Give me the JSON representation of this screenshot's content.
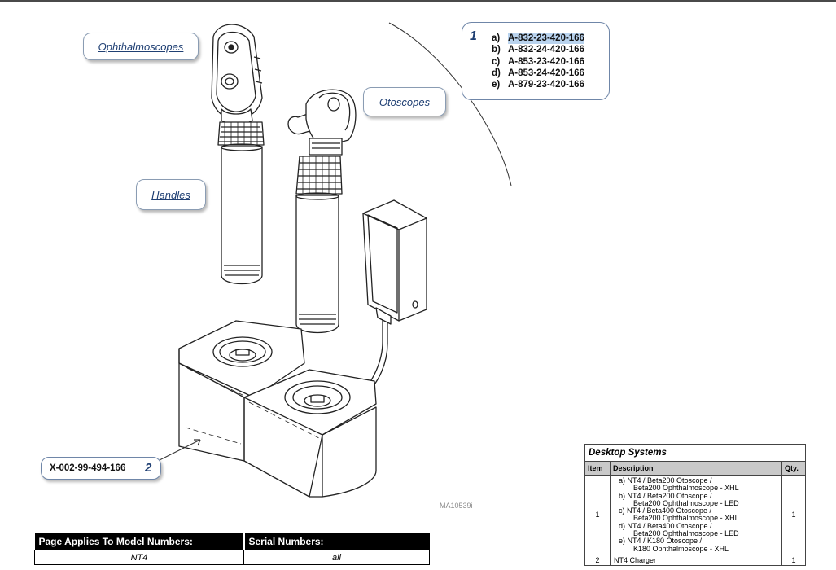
{
  "callouts": {
    "ophthalmoscopes": "Ophthalmoscopes",
    "otoscopes": "Otoscopes",
    "handles": "Handles"
  },
  "part_box": {
    "number": "1",
    "items": [
      {
        "letter": "a)",
        "part": "A-832-23-420-166",
        "highlighted": true
      },
      {
        "letter": "b)",
        "part": "A-832-24-420-166"
      },
      {
        "letter": "c)",
        "part": "A-853-23-420-166"
      },
      {
        "letter": "d)",
        "part": "A-853-24-420-166"
      },
      {
        "letter": "e)",
        "part": "A-879-23-420-166"
      }
    ]
  },
  "charger_callout": {
    "part": "X-002-99-494-166",
    "number": "2"
  },
  "figure_id": "MA10539i",
  "model_table": {
    "headers": [
      "Page Applies To Model Numbers:",
      "Serial Numbers:"
    ],
    "values": [
      "NT4",
      "all"
    ]
  },
  "desktop_table": {
    "title": "Desktop Systems",
    "headers": [
      "Item",
      "Description",
      "Qty."
    ],
    "rows": [
      {
        "item": "1",
        "lines": [
          "a) NT4 / Beta200 Otoscope /",
          "Beta200 Ophthalmoscope - XHL",
          "b) NT4 / Beta200 Otoscope /",
          "Beta200 Ophthalmoscope - LED",
          "c) NT4 / Beta400 Otoscope /",
          "Beta200 Ophthalmoscope - XHL",
          "d) NT4 / Beta400 Otoscope /",
          "Beta200 Ophthalmoscope - LED",
          "e) NT4 / K180 Otoscope /",
          "K180 Ophthalmoscope - XHL"
        ],
        "qty": "1"
      },
      {
        "item": "2",
        "desc": "NT4 Charger",
        "qty": "1"
      }
    ]
  },
  "colors": {
    "accent_blue": "#1f3f73",
    "highlight": "#b9d3ee",
    "header_black": "#000000"
  }
}
